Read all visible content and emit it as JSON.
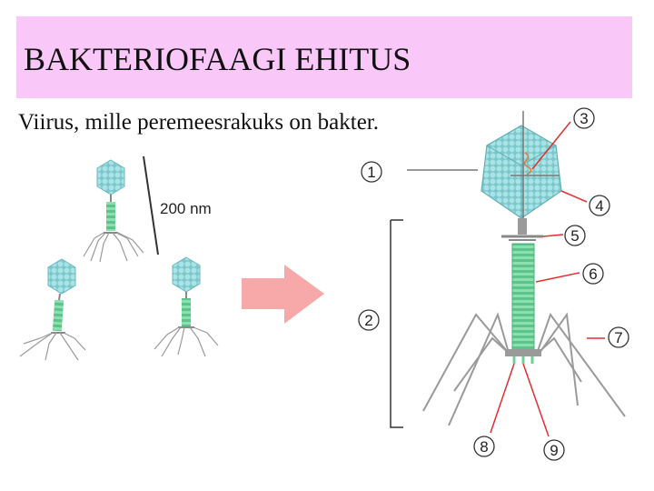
{
  "title": "BAKTERIOFAAGI EHITUS",
  "subtitle": "Viirus, mille peremeesrakuks on bakter.",
  "scale_label": "200 nm",
  "callouts": [
    "1",
    "2",
    "3",
    "4",
    "5",
    "6",
    "7",
    "8",
    "9"
  ],
  "colors": {
    "title_bg": "#f9c8f9",
    "head": "#8fd3d6",
    "tail": "#6fd19a",
    "arrow": "#f7a9a9",
    "legs": "#9a9a9a",
    "leader_red": "#e03030"
  }
}
